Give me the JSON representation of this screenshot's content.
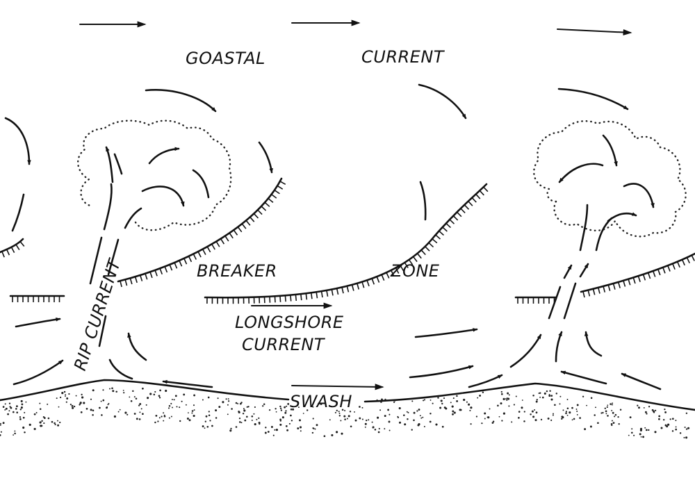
{
  "labels": {
    "coastal": "GOASTAL",
    "current": "CURRENT",
    "breaker": "BREAKER",
    "zone": "ZONE",
    "longshore": "LONGSHORE",
    "longshore_current": "CURRENT",
    "rip_current": "RIP CURRENT",
    "swash": "SWASH"
  },
  "colors": {
    "ink": "#111111",
    "background": "#ffffff"
  }
}
